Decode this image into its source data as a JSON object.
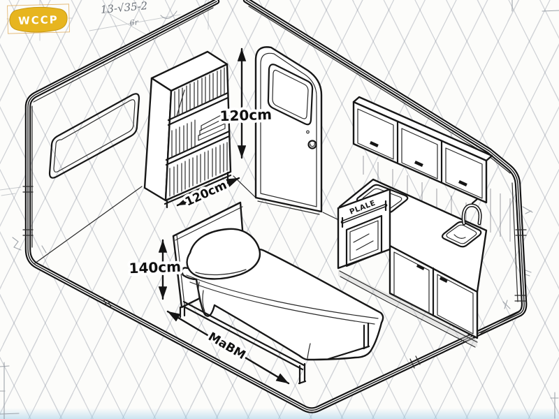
{
  "logo": {
    "text": "WCCP",
    "bg_color": "#e7b51f",
    "frame_color": "#d9952e"
  },
  "header": {
    "note": "13-√35-2",
    "subnote": "6r"
  },
  "room": {
    "dimensions": {
      "shelf_height": "120cm",
      "shelf_width": "120cm",
      "bed_height": "140cm",
      "bed_length": "MaBM"
    },
    "kitchen": {
      "oven_label": "PLALE"
    }
  },
  "colors": {
    "ink": "#171717",
    "pencil": "#878d96",
    "grid": "#7d8494",
    "floor_tint": "#a4d0e9"
  }
}
